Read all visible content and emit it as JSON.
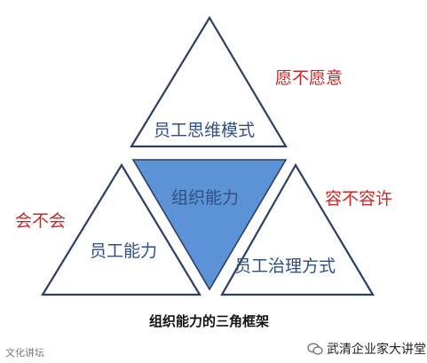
{
  "diagram": {
    "top_triangle_label": "员工思维模式",
    "left_triangle_label": "员工能力",
    "right_triangle_label": "员工治理方式",
    "center_triangle_label": "组织能力",
    "side_label_top_right": "愿不愿意",
    "side_label_right": "容不容许",
    "side_label_left": "会不会",
    "caption": "组织能力的三角框架",
    "colors": {
      "outline": "#2b3f66",
      "center_fill": "#5b93d6",
      "label_blue": "#2f4f86",
      "label_red": "#c62828"
    }
  },
  "watermark": {
    "left_text": "文化讲坛",
    "right_text": "武清企业家大讲堂",
    "right_icon": "wechat-icon"
  }
}
